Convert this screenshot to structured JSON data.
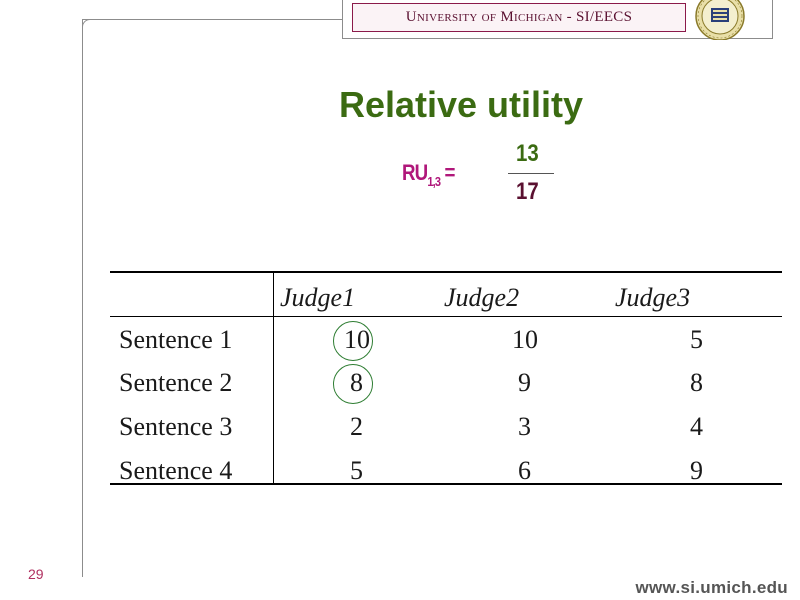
{
  "header": {
    "banner": "University of Michigan - SI/EECS"
  },
  "slide": {
    "title": "Relative utility",
    "formula": {
      "label": "RU",
      "subscript": "1,3",
      "equals": " =",
      "numerator": "13",
      "denominator": "17"
    }
  },
  "table": {
    "columns": [
      "Judge1",
      "Judge2",
      "Judge3"
    ],
    "rows": [
      {
        "label": "Sentence 1",
        "values": [
          "10",
          "10",
          "5"
        ]
      },
      {
        "label": "Sentence 2",
        "values": [
          "8",
          "9",
          "8"
        ]
      },
      {
        "label": "Sentence 3",
        "values": [
          "2",
          "3",
          "4"
        ]
      },
      {
        "label": "Sentence 4",
        "values": [
          "5",
          "6",
          "9"
        ]
      }
    ],
    "circled_cells": [
      "Sentence 1 / Judge1",
      "Sentence 2 / Judge1"
    ]
  },
  "footer": {
    "slide_number": "29",
    "url": "www.si.umich.edu"
  },
  "colors": {
    "title": "#3b6b12",
    "formula_label": "#b0177a",
    "banner": "#5a1030",
    "circle": "#2e7d32"
  },
  "icons": {
    "seal": "university-seal-icon"
  }
}
